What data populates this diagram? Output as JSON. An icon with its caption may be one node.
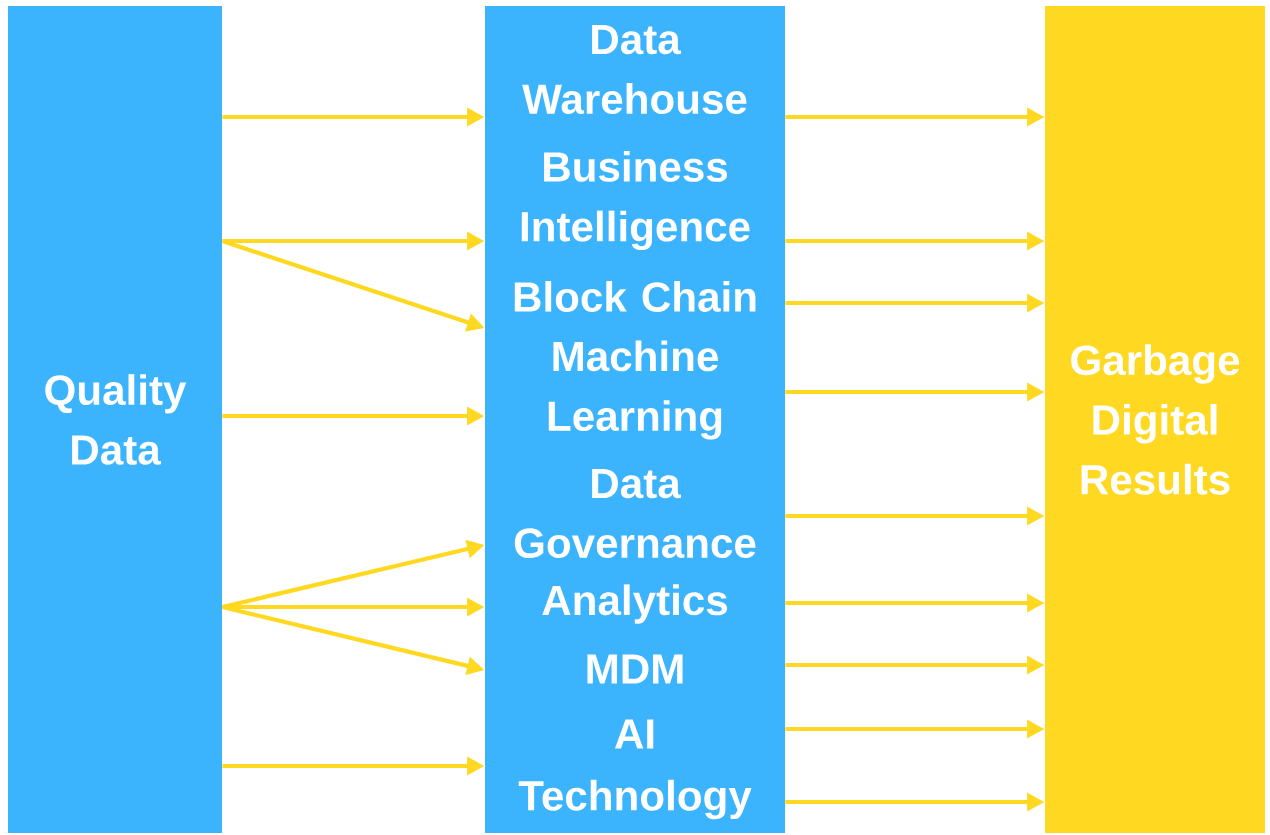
{
  "diagram": {
    "nodes": [
      {
        "text": [
          "Quality Data"
        ]
      },
      {
        "text": [
          "Data Warehouse"
        ]
      },
      {
        "text": [
          "Business Intelligence"
        ]
      },
      {
        "text": [
          "Block Chain"
        ]
      },
      {
        "text": [
          "Machine Learning"
        ]
      },
      {
        "text": [
          "Data Governance"
        ]
      },
      {
        "text": [
          "Analytics"
        ]
      },
      {
        "text": [
          "MDM"
        ]
      },
      {
        "text": [
          "AI"
        ]
      },
      {
        "text": [
          "Technology"
        ]
      },
      {
        "text": [
          "Garbage Digital Results"
        ]
      }
    ],
    "edges": [
      {
        "from": 0,
        "to": 1,
        "arrow": "to"
      },
      {
        "from": 0,
        "to": 2,
        "arrow": "to"
      },
      {
        "from": 0,
        "to": 3,
        "arrow": "to"
      },
      {
        "from": 0,
        "to": 4,
        "arrow": "to"
      },
      {
        "from": 0,
        "to": 5,
        "arrow": "to"
      },
      {
        "from": 0,
        "to": 6,
        "arrow": "to"
      },
      {
        "from": 0,
        "to": 7,
        "arrow": "to"
      },
      {
        "from": 0,
        "to": 8,
        "arrow": "to"
      },
      {
        "from": 1,
        "to": 10,
        "arrow": "to"
      },
      {
        "from": 2,
        "to": 10,
        "arrow": "to"
      },
      {
        "from": 3,
        "to": 10,
        "arrow": "to"
      },
      {
        "from": 4,
        "to": 10,
        "arrow": "to"
      },
      {
        "from": 5,
        "to": 10,
        "arrow": "to"
      },
      {
        "from": 6,
        "to": 10,
        "arrow": "to"
      },
      {
        "from": 7,
        "to": 10,
        "arrow": "to"
      },
      {
        "from": 8,
        "to": 10,
        "arrow": "to"
      },
      {
        "from": 9,
        "to": 10,
        "arrow": "to"
      }
    ]
  }
}
